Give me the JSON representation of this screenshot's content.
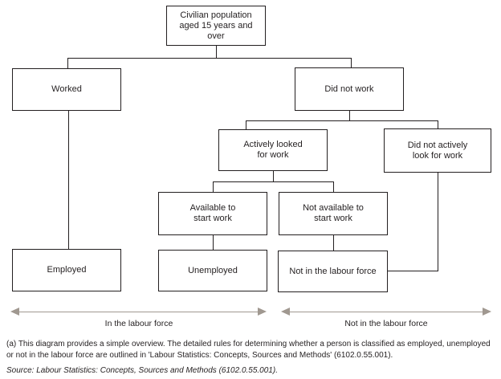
{
  "diagram": {
    "title_implicit": "Labour force classification flowchart",
    "nodes": [
      {
        "id": "civilian-population",
        "label": "Civilian population\naged 15 years and\nover"
      },
      {
        "id": "worked",
        "label": "Worked"
      },
      {
        "id": "did-not-work",
        "label": "Did not work"
      },
      {
        "id": "actively-looked-for-work",
        "label": "Actively looked\nfor work"
      },
      {
        "id": "did-not-actively-look-for-work",
        "label": "Did not actively\nlook for work"
      },
      {
        "id": "available-to-start-work",
        "label": "Available to\nstart work"
      },
      {
        "id": "not-available-to-start-work",
        "label": "Not available to\nstart work"
      },
      {
        "id": "employed",
        "label": "Employed"
      },
      {
        "id": "unemployed",
        "label": "Unemployed"
      },
      {
        "id": "not-in-the-labour-force",
        "label": "Not in the labour force"
      }
    ],
    "edges": [
      [
        "civilian-population",
        "worked"
      ],
      [
        "civilian-population",
        "did-not-work"
      ],
      [
        "worked",
        "employed"
      ],
      [
        "did-not-work",
        "actively-looked-for-work"
      ],
      [
        "did-not-work",
        "did-not-actively-look-for-work"
      ],
      [
        "actively-looked-for-work",
        "available-to-start-work"
      ],
      [
        "actively-looked-for-work",
        "not-available-to-start-work"
      ],
      [
        "available-to-start-work",
        "unemployed"
      ],
      [
        "not-available-to-start-work",
        "not-in-the-labour-force"
      ],
      [
        "did-not-actively-look-for-work",
        "not-in-the-labour-force"
      ]
    ],
    "axis_labels": {
      "left": "In the labour force",
      "right": "Not in the labour force"
    },
    "colors": {
      "line": "#231f20",
      "arrow": "#a09890",
      "text": "#231f20",
      "background": "#ffffff"
    }
  },
  "footnote": "(a) This diagram provides a simple overview. The detailed rules for determining whether a person is classified as employed, unemployed or not in the labour force are outlined in 'Labour Statistics: Concepts, Sources and Methods' (6102.0.55.001).",
  "source": "Source: Labour Statistics: Concepts, Sources and Methods (6102.0.55.001)."
}
